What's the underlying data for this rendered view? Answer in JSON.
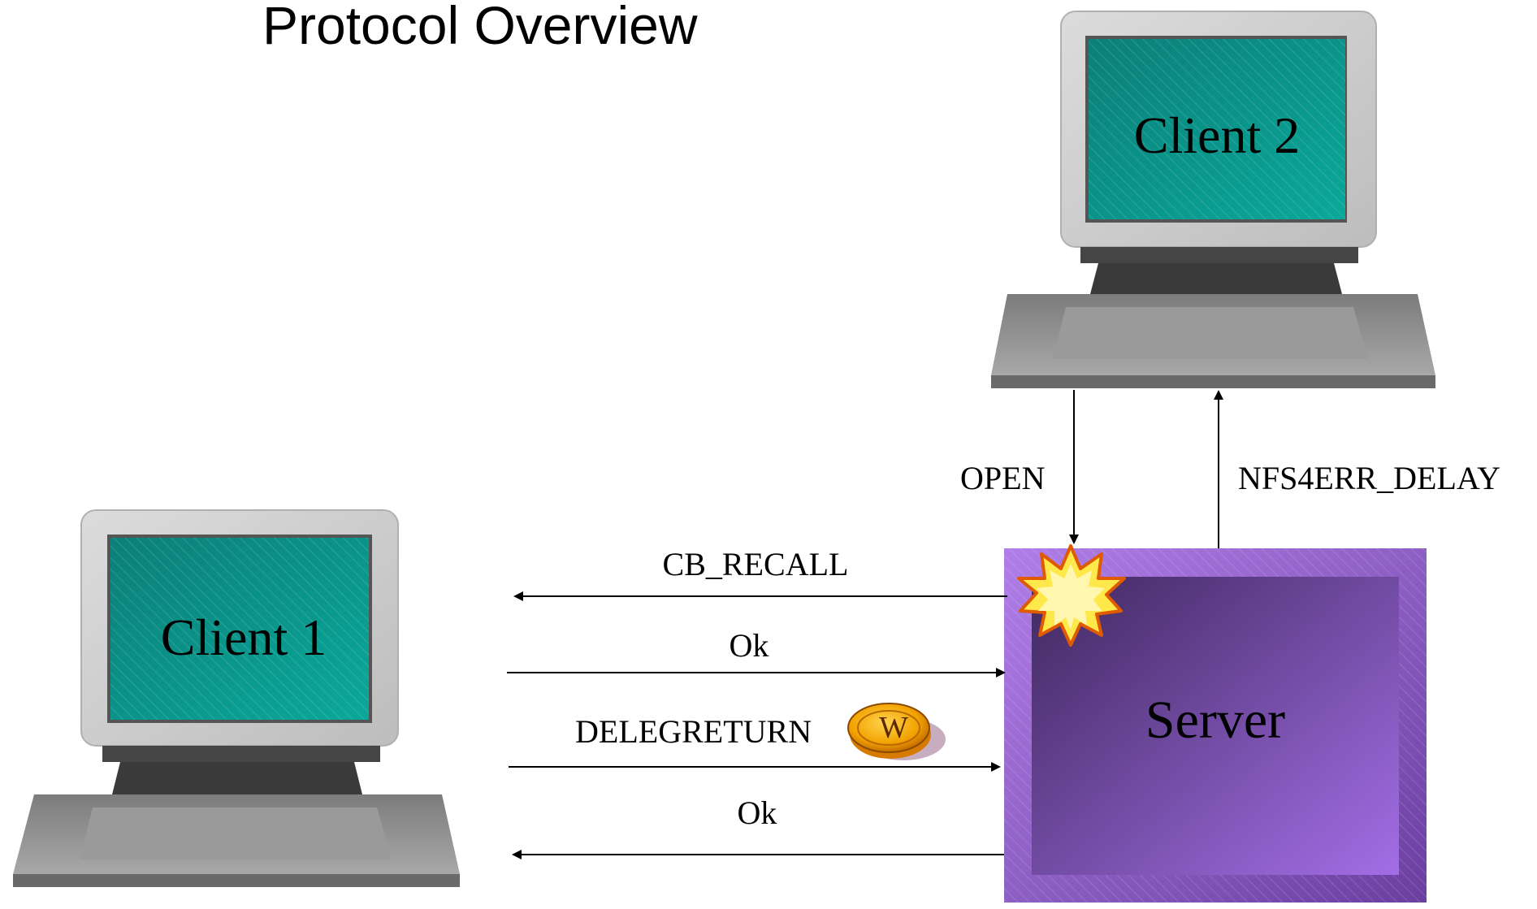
{
  "title": "Protocol Overview",
  "nodes": {
    "client1": "Client 1",
    "client2": "Client 2",
    "server": "Server"
  },
  "messages": {
    "open": "OPEN",
    "nfs4err_delay": "NFS4ERR_DELAY",
    "cb_recall": "CB_RECALL",
    "ok_1": "Ok",
    "delegreturn": "DELEGRETURN",
    "ok_2": "Ok"
  },
  "delegation_coin": {
    "letter": "W",
    "icon": "coin-icon"
  },
  "conflict_icon": "starburst-icon",
  "colors": {
    "screen": "#0a9a8c",
    "server_border": "#9b63d6",
    "server_inner": "#5a3785",
    "monitor_body": "#cfcfcf",
    "base": "#8a8a8a",
    "coin": "#f5b400",
    "starburst": "#ffe84a"
  }
}
